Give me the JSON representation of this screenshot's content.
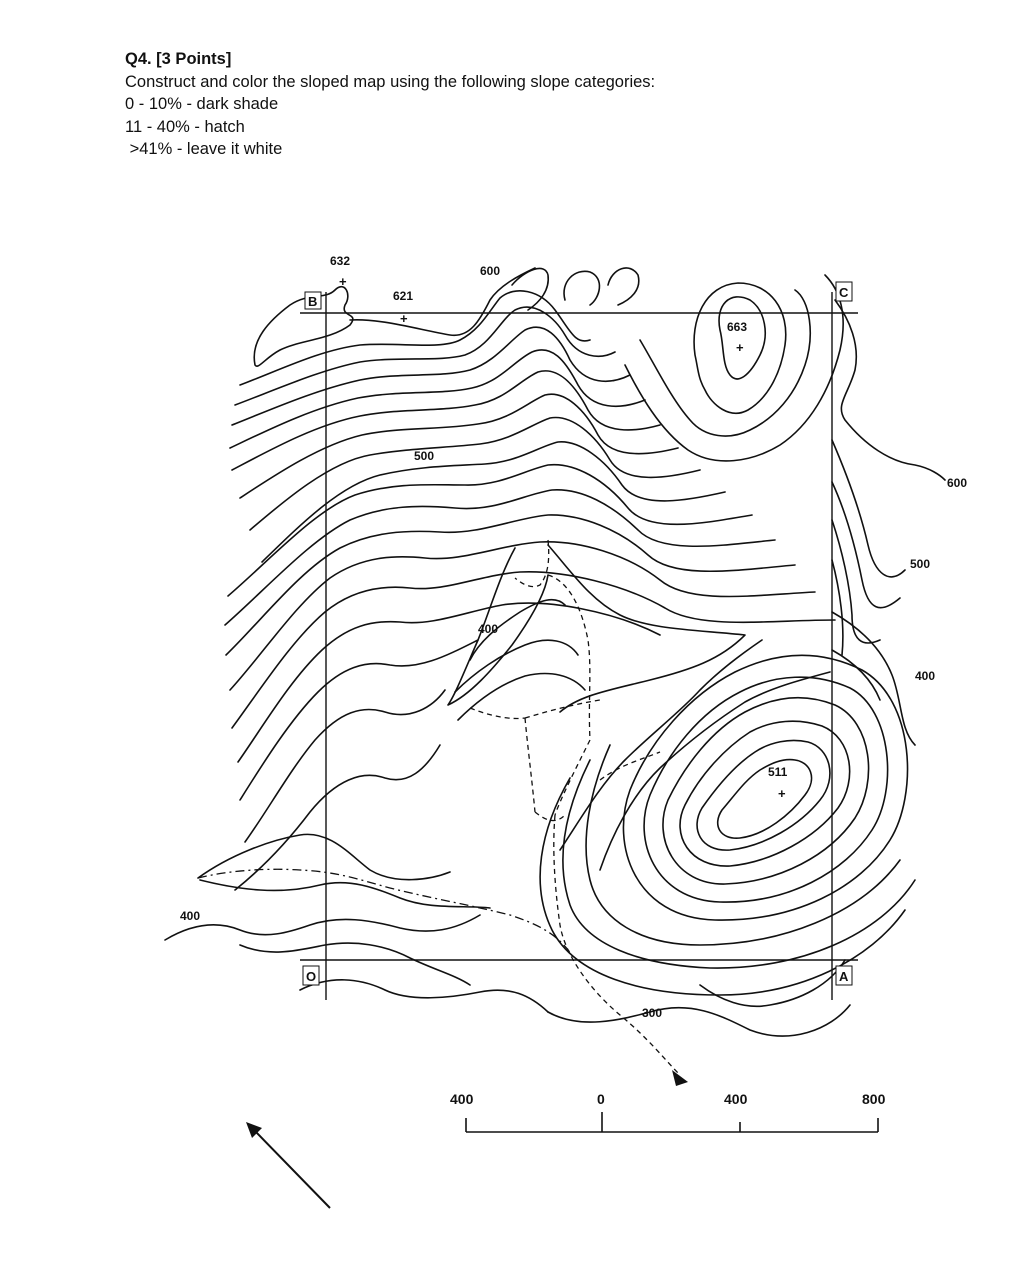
{
  "question": {
    "title": "Q4. [3 Points]",
    "line1": "Construct and color the sloped map using the following slope categories:",
    "line2": "0 - 10% - dark shade",
    "line3": "11 - 40% - hatch",
    "line4": " >41% - leave it white"
  },
  "map": {
    "corners": {
      "b": "B",
      "c": "C",
      "o": "O",
      "a": "A"
    },
    "spot_heights": {
      "h632": "632",
      "h621": "621",
      "h663": "663",
      "h511": "511"
    },
    "contour_labels": {
      "c600_top": "600",
      "c500_inner": "500",
      "c400_inner": "400",
      "c600_right": "600",
      "c500_right": "500",
      "c400_right": "400",
      "c400_left": "400",
      "c300_bottom": "300"
    }
  },
  "scale_bar": {
    "t1": "400",
    "t2": "0",
    "t3": "400",
    "t4": "800"
  }
}
